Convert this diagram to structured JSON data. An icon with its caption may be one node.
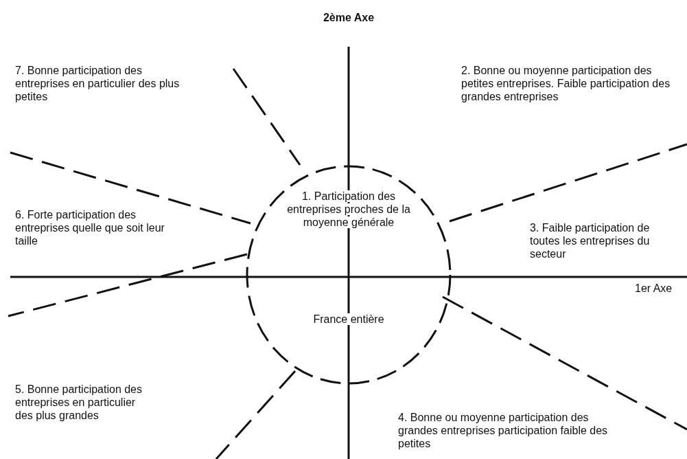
{
  "diagram": {
    "nodes": [
      {
        "text": [
          "1. Participation des entreprises proches de la moyenne générale",
          "France entière"
        ]
      }
    ],
    "labels": [
      "2ème Axe",
      "7. Bonne participation des entreprises en particulier des plus petites",
      "2. Bonne ou moyenne participation des petites entreprises. Faible participation des grandes entreprises",
      "6. Forte participation des entreprises quelle que soit leur taille",
      "3. Faible participation de toutes les entreprises du secteur",
      "1er Axe",
      "5. Bonne participation des entreprises en particulier des plus grandes",
      "4. Bonne ou moyenne participation des grandes entreprises participation faible des petites"
    ]
  }
}
